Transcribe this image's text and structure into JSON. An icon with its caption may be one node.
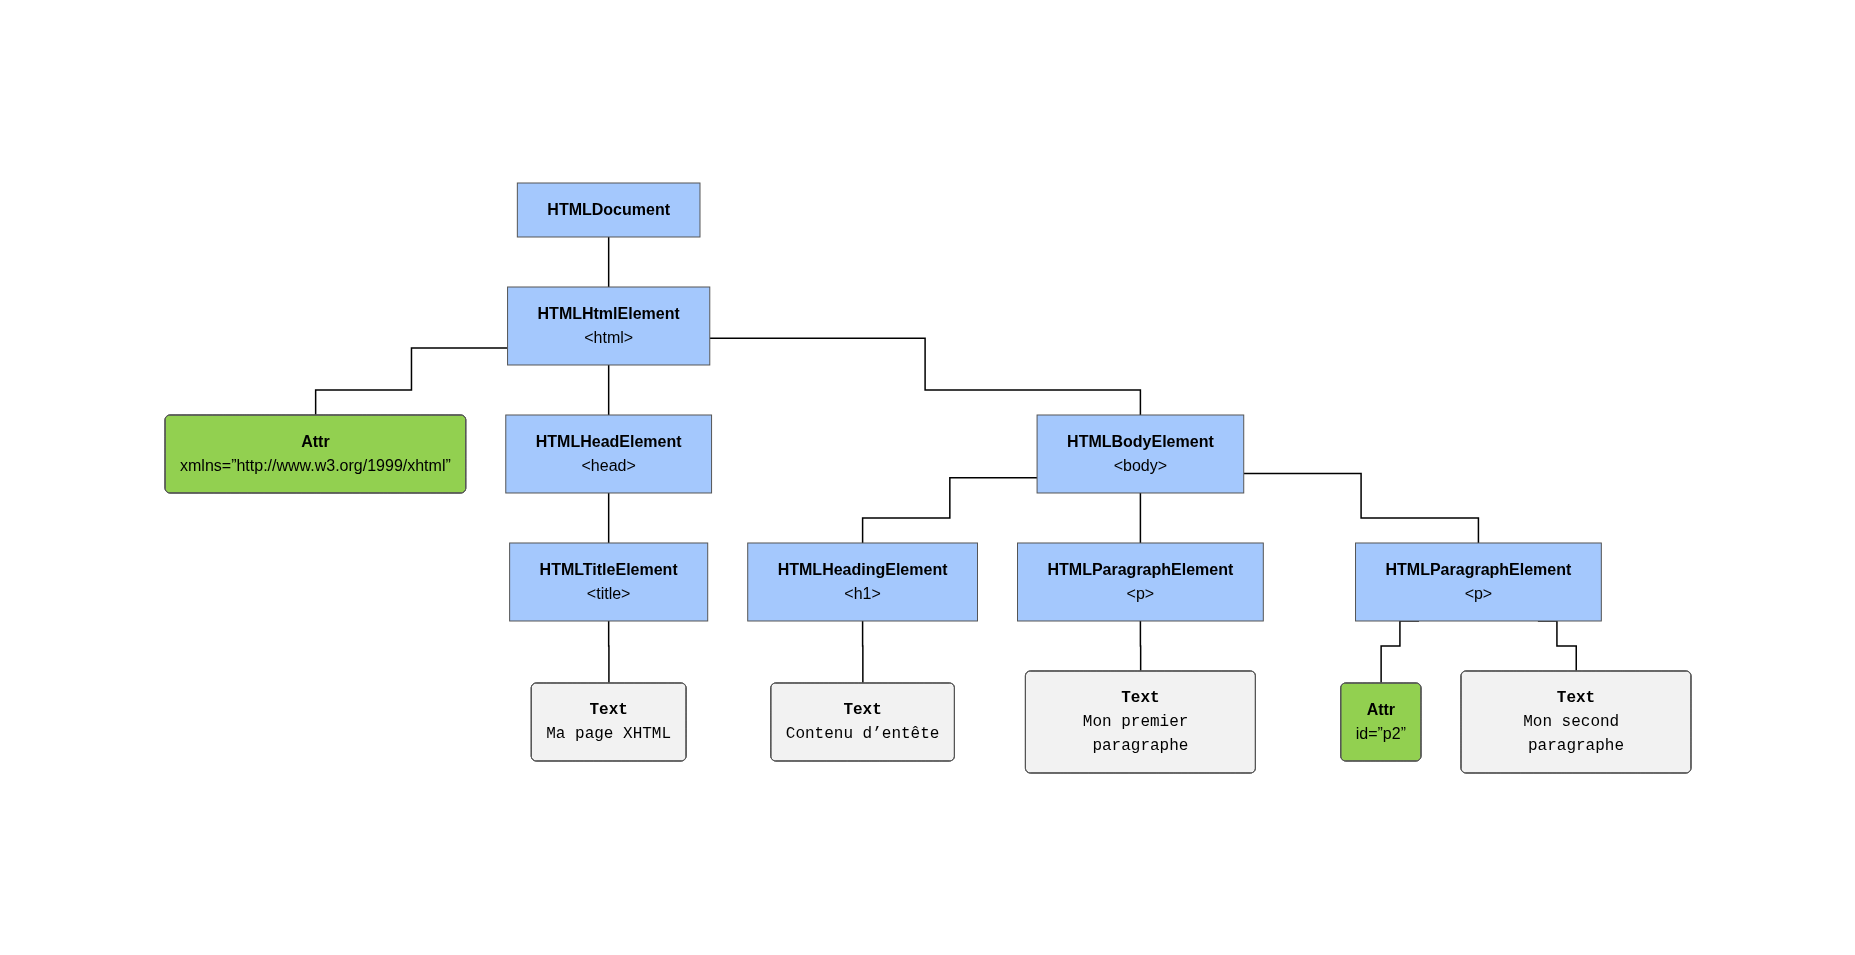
{
  "diagram": {
    "nodes": [
      {
        "text": [
          "HTMLDocument"
        ]
      },
      {
        "text": [
          "HTMLHtmlElement",
          "<html>"
        ]
      },
      {
        "text": [
          "Attr",
          "xmlns=”http://www.w3.org/1999/xhtml”"
        ]
      },
      {
        "text": [
          "HTMLHeadElement",
          "<head>"
        ]
      },
      {
        "text": [
          "HTMLBodyElement",
          "<body>"
        ]
      },
      {
        "text": [
          "Attr",
          "id=”p2”"
        ]
      },
      {
        "text": [
          "HTMLTitleElement",
          "<title>"
        ]
      },
      {
        "text": [
          "HTMLHeadingElement",
          "<h1>"
        ]
      },
      {
        "text": [
          "HTMLParagraphElement",
          "<p>"
        ]
      },
      {
        "text": [
          "HTMLParagraphElement",
          "<p>"
        ]
      },
      {
        "text": [
          "Text",
          "Ma page XHTML"
        ]
      },
      {
        "text": [
          "Text",
          "Contenu d’entête"
        ]
      },
      {
        "text": [
          "Text",
          "Mon premier paragraphe"
        ]
      },
      {
        "text": [
          "Text",
          "Mon second paragraphe"
        ]
      }
    ],
    "edges": [
      {
        "from": 0,
        "to": 1,
        "arrow": "none"
      },
      {
        "from": 1,
        "to": 2,
        "arrow": "none"
      },
      {
        "from": 1,
        "to": 3,
        "arrow": "none"
      },
      {
        "from": 1,
        "to": 4,
        "arrow": "none"
      },
      {
        "from": 3,
        "to": 6,
        "arrow": "none"
      },
      {
        "from": 4,
        "to": 7,
        "arrow": "none"
      },
      {
        "from": 4,
        "to": 8,
        "arrow": "none"
      },
      {
        "from": 4,
        "to": 9,
        "arrow": "none"
      },
      {
        "from": 9,
        "to": 5,
        "arrow": "none"
      },
      {
        "from": 6,
        "to": 10,
        "arrow": "none"
      },
      {
        "from": 7,
        "to": 11,
        "arrow": "none"
      },
      {
        "from": 8,
        "to": 12,
        "arrow": "none"
      },
      {
        "from": 9,
        "to": 13,
        "arrow": "none"
      }
    ]
  }
}
